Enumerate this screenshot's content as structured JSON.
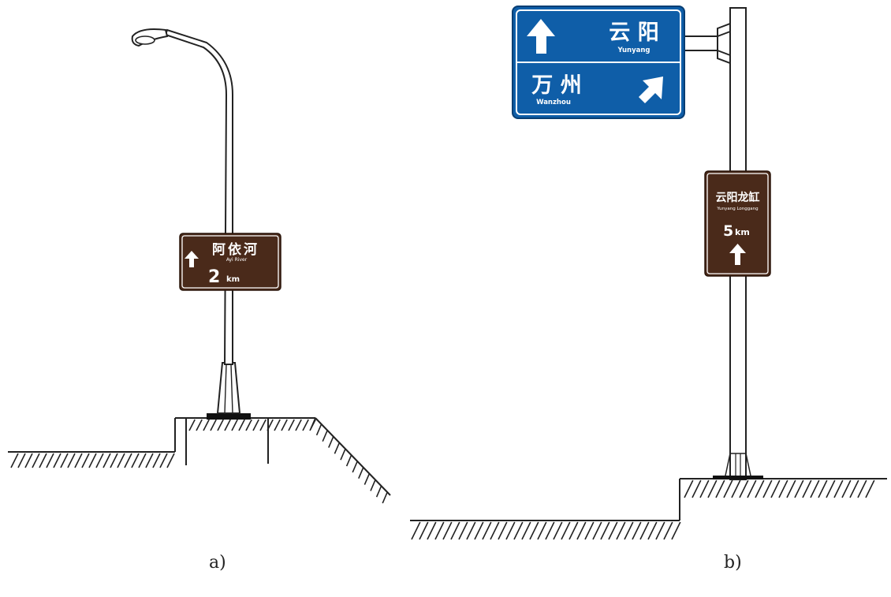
{
  "panels": [
    {
      "caption": "a)",
      "sign": {
        "arrow": "up-arrow-icon",
        "name_cn": "阿依河",
        "name_en": "Ayi River",
        "distance_number": "2",
        "distance_unit": "km",
        "color": "#4a2a1a"
      }
    },
    {
      "caption": "b)",
      "overhead_sign": {
        "color": "#0f5ea8",
        "upper": {
          "arrow": "up-arrow-icon",
          "name_cn": "云 阳",
          "name_en": "Yunyang"
        },
        "lower": {
          "arrow": "up-right-arrow-icon",
          "name_cn": "万 州",
          "name_en": "Wanzhou"
        }
      },
      "pole_sign": {
        "name_cn": "云阳龙缸",
        "name_en": "Yunyang Longgang",
        "distance_number": "5",
        "distance_unit": "km",
        "arrow": "up-arrow-icon",
        "color": "#4a2a1a"
      }
    }
  ]
}
